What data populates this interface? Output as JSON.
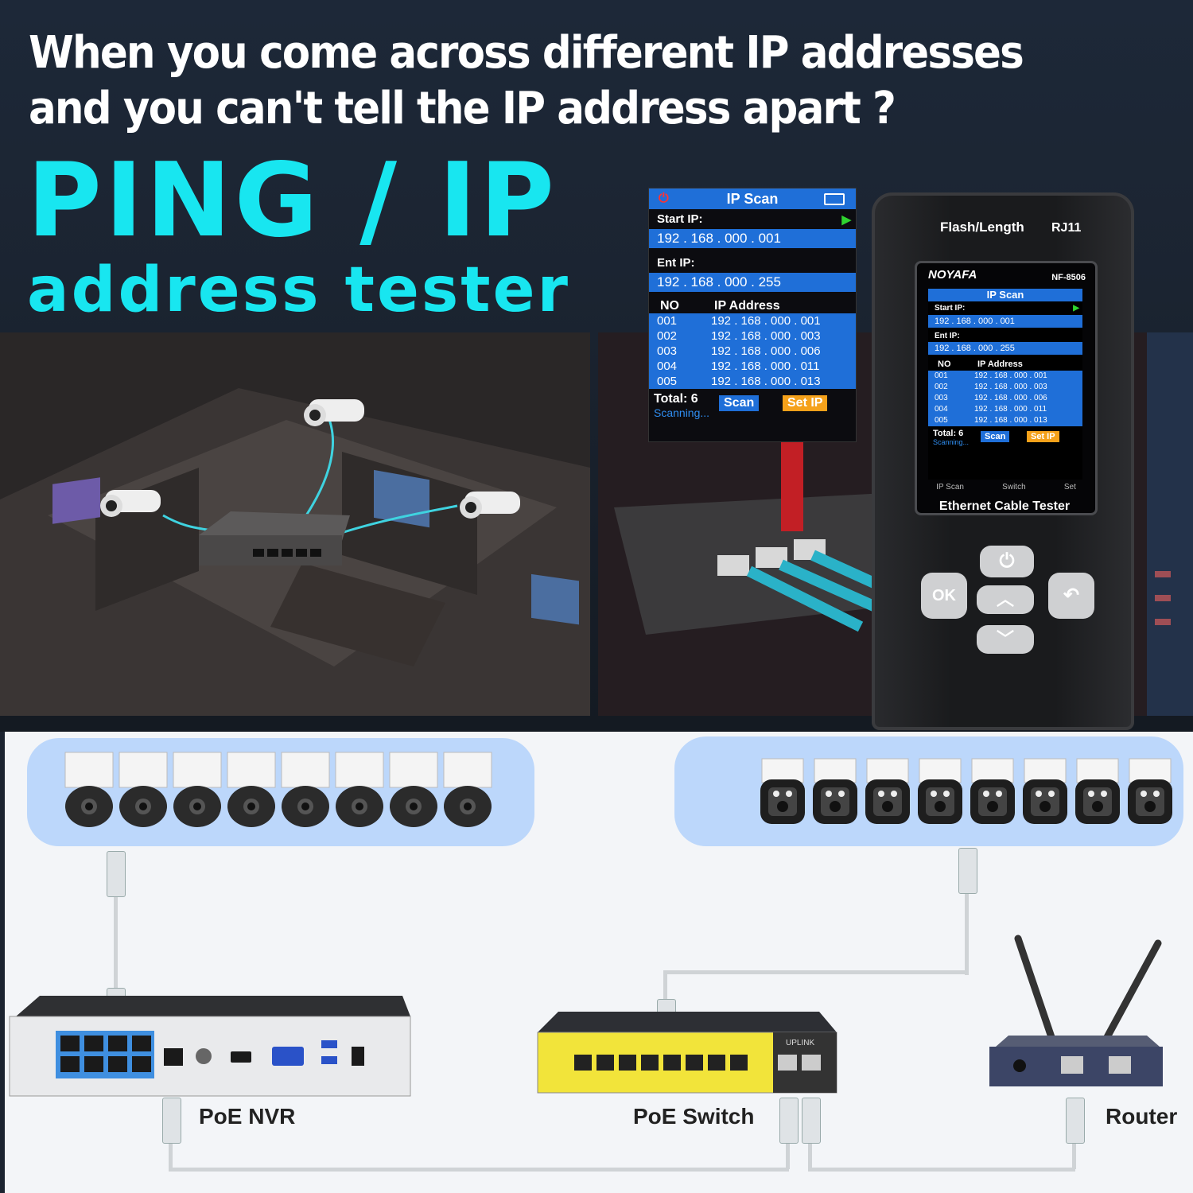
{
  "headline": {
    "line1": "When you come across different IP addresses",
    "line2": "and you can't tell the IP address apart ?",
    "title": "PING / IP",
    "subtitle": "address tester"
  },
  "screen": {
    "title": "IP Scan",
    "start_label": "Start IP:",
    "start_ip": "192 . 168 . 000 . 001",
    "end_label": "Ent IP:",
    "end_ip": "192 . 168 . 000 . 255",
    "col_no": "NO",
    "col_ip": "IP Address",
    "rows": [
      {
        "no": "001",
        "ip": "192 . 168 . 000 . 001"
      },
      {
        "no": "002",
        "ip": "192 . 168 . 000 . 003"
      },
      {
        "no": "003",
        "ip": "192 . 168 . 000 . 006"
      },
      {
        "no": "004",
        "ip": "192 . 168 . 000 . 011"
      },
      {
        "no": "005",
        "ip": "192 . 168 . 000 . 013"
      }
    ],
    "total": "Total: 6",
    "status": "Scanning...",
    "scan_btn": "Scan",
    "setip_btn": "Set IP"
  },
  "device": {
    "top_left": "Flash/Length",
    "top_right": "RJ11",
    "brand": "NOYAFA",
    "model": "NF-8506",
    "softkeys": [
      "IP Scan",
      "Switch",
      "Set"
    ],
    "footer": "Ethernet Cable Tester",
    "ok_key": "OK",
    "small_rows": [
      {
        "no": "001",
        "ip": "192 . 168 . 000 . 001"
      },
      {
        "no": "002",
        "ip": "192 . 168 . 000 . 003"
      },
      {
        "no": "003",
        "ip": "192 . 168 . 000 . 006"
      },
      {
        "no": "004",
        "ip": "192 . 168 . 000 . 011"
      },
      {
        "no": "005",
        "ip": "192 . 168 . 000 . 013"
      }
    ]
  },
  "diagram": {
    "nvr": "PoE NVR",
    "switch": "PoE Switch",
    "router": "Router",
    "uplink": "UPLINK"
  },
  "colors": {
    "accent": "#18e6f0",
    "screen_blue": "#1f6fd8",
    "scan_btn": "#1f6fd8",
    "setip_btn": "#f5a11a"
  }
}
